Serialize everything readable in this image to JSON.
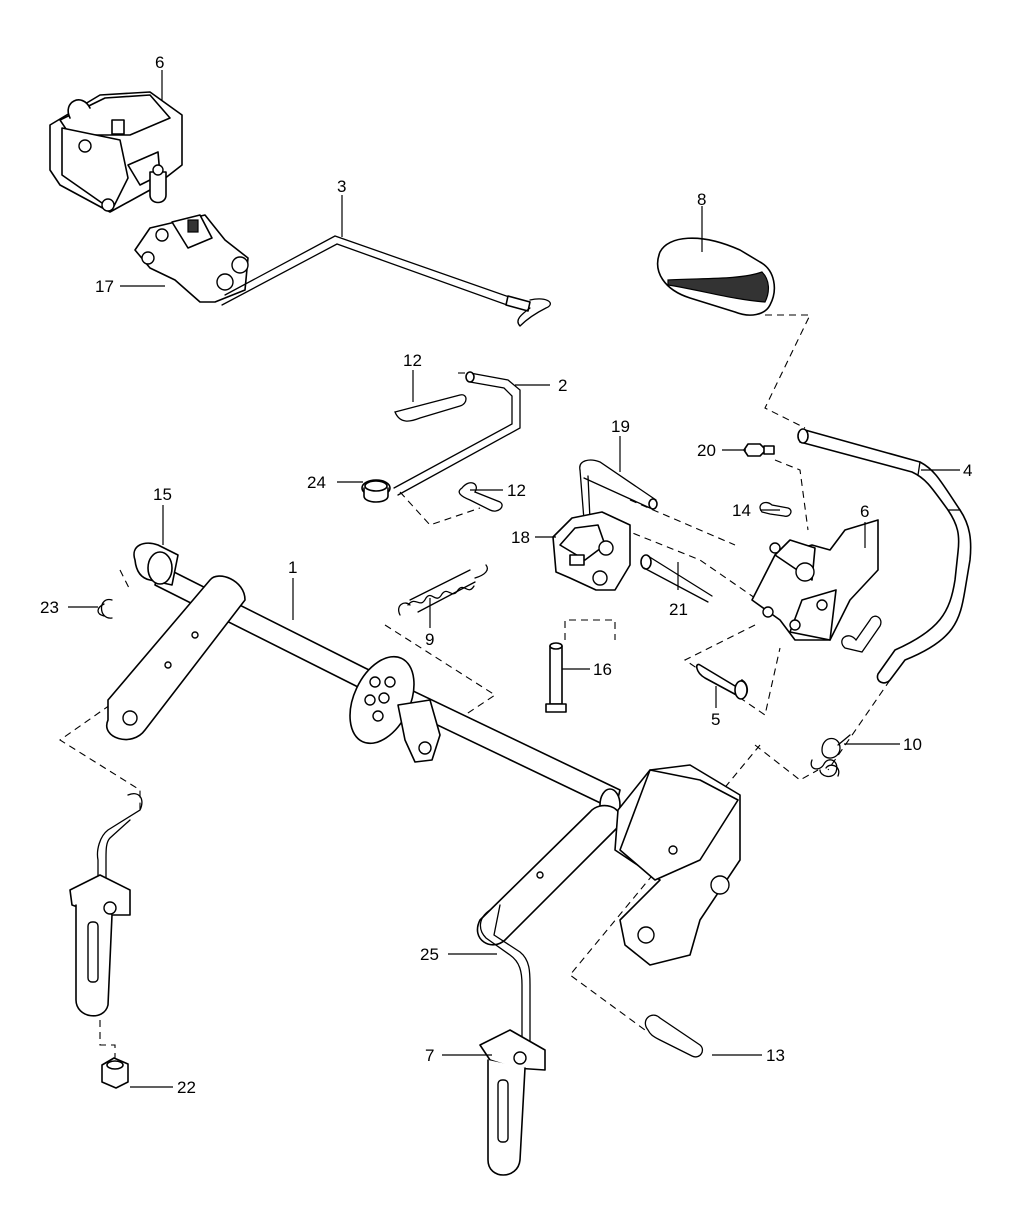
{
  "callouts": {
    "c1": "1",
    "c2": "2",
    "c3": "3",
    "c4": "4",
    "c5": "5",
    "c6a": "6",
    "c6b": "6",
    "c7": "7",
    "c8": "8",
    "c9": "9",
    "c10": "10",
    "c12a": "12",
    "c12b": "12",
    "c13": "13",
    "c14": "14",
    "c15": "15",
    "c16": "16",
    "c17": "17",
    "c18": "18",
    "c19": "19",
    "c20": "20",
    "c21": "21",
    "c22": "22",
    "c23": "23",
    "c24": "24",
    "c25": "25"
  },
  "colors": {
    "line": "#000000",
    "background": "#ffffff",
    "grip": "#333333"
  }
}
